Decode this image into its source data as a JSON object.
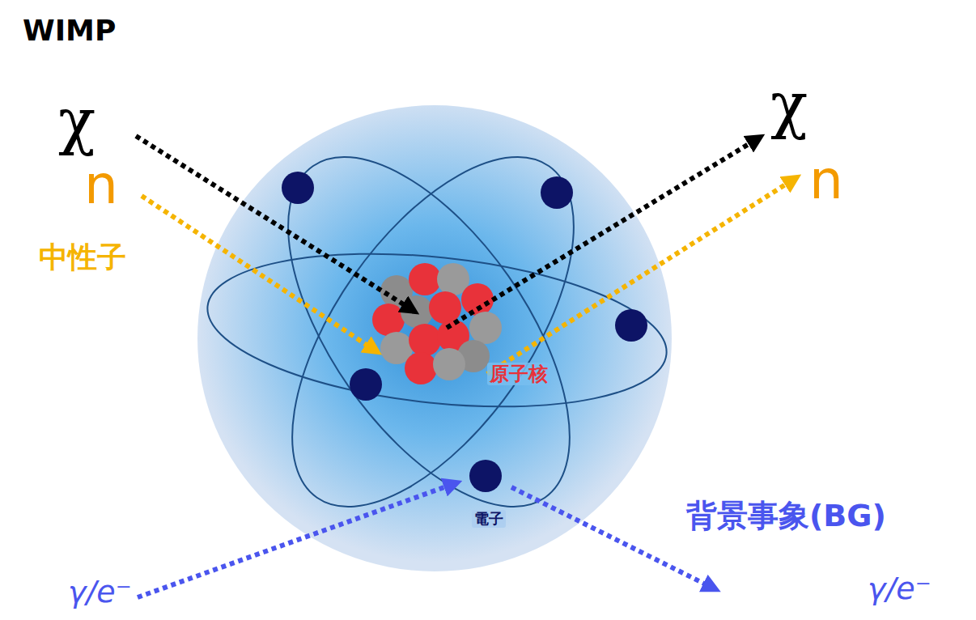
{
  "diagram": {
    "labels": [
      "WIMP",
      "χ",
      "n",
      "中性子",
      "χ",
      "n",
      "原子核",
      "電子",
      "背景事象(BG)",
      "γ/e⁻",
      "γ/e⁻"
    ]
  }
}
